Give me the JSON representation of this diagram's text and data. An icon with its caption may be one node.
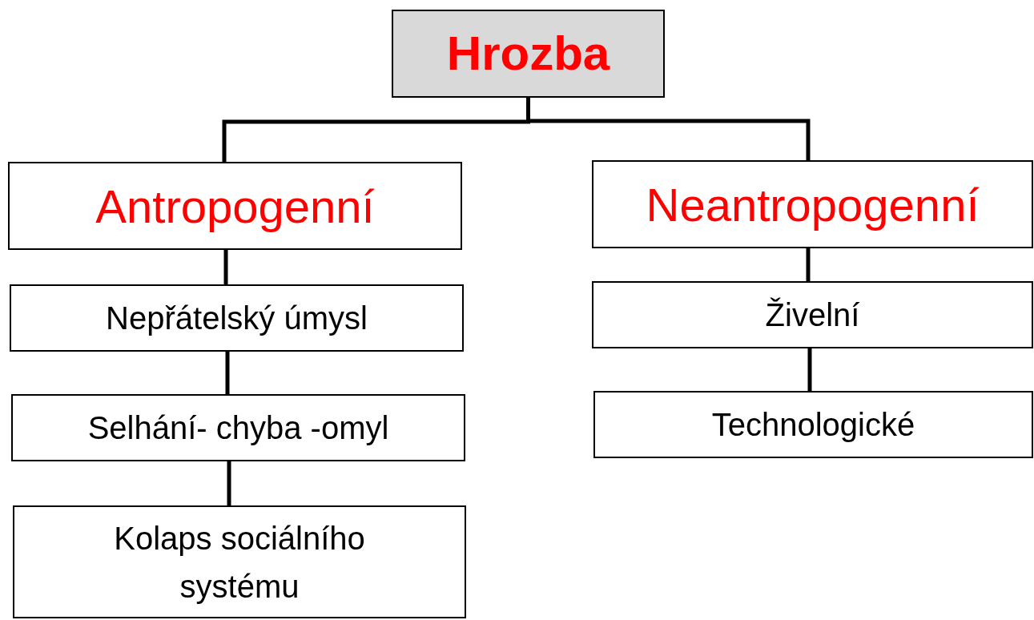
{
  "diagram": {
    "nodes": [
      {
        "text": [
          "Hrozba"
        ]
      },
      {
        "text": [
          "Antropogenní"
        ]
      },
      {
        "text": [
          "Neantropogenní"
        ]
      },
      {
        "text": [
          "Nepřátelský úmysl"
        ]
      },
      {
        "text": [
          "Selhání- chyba -omyl"
        ]
      },
      {
        "text": [
          "Kolaps sociálního systému"
        ]
      },
      {
        "text": [
          "Živelní"
        ]
      },
      {
        "text": [
          "Technologické"
        ]
      }
    ],
    "edges": [
      {
        "from": 0,
        "to": 1,
        "arrow": "none"
      },
      {
        "from": 0,
        "to": 2,
        "arrow": "none"
      },
      {
        "from": 1,
        "to": 3,
        "arrow": "none"
      },
      {
        "from": 3,
        "to": 4,
        "arrow": "none"
      },
      {
        "from": 4,
        "to": 5,
        "arrow": "none"
      },
      {
        "from": 2,
        "to": 6,
        "arrow": "none"
      },
      {
        "from": 6,
        "to": 7,
        "arrow": "none"
      }
    ]
  }
}
